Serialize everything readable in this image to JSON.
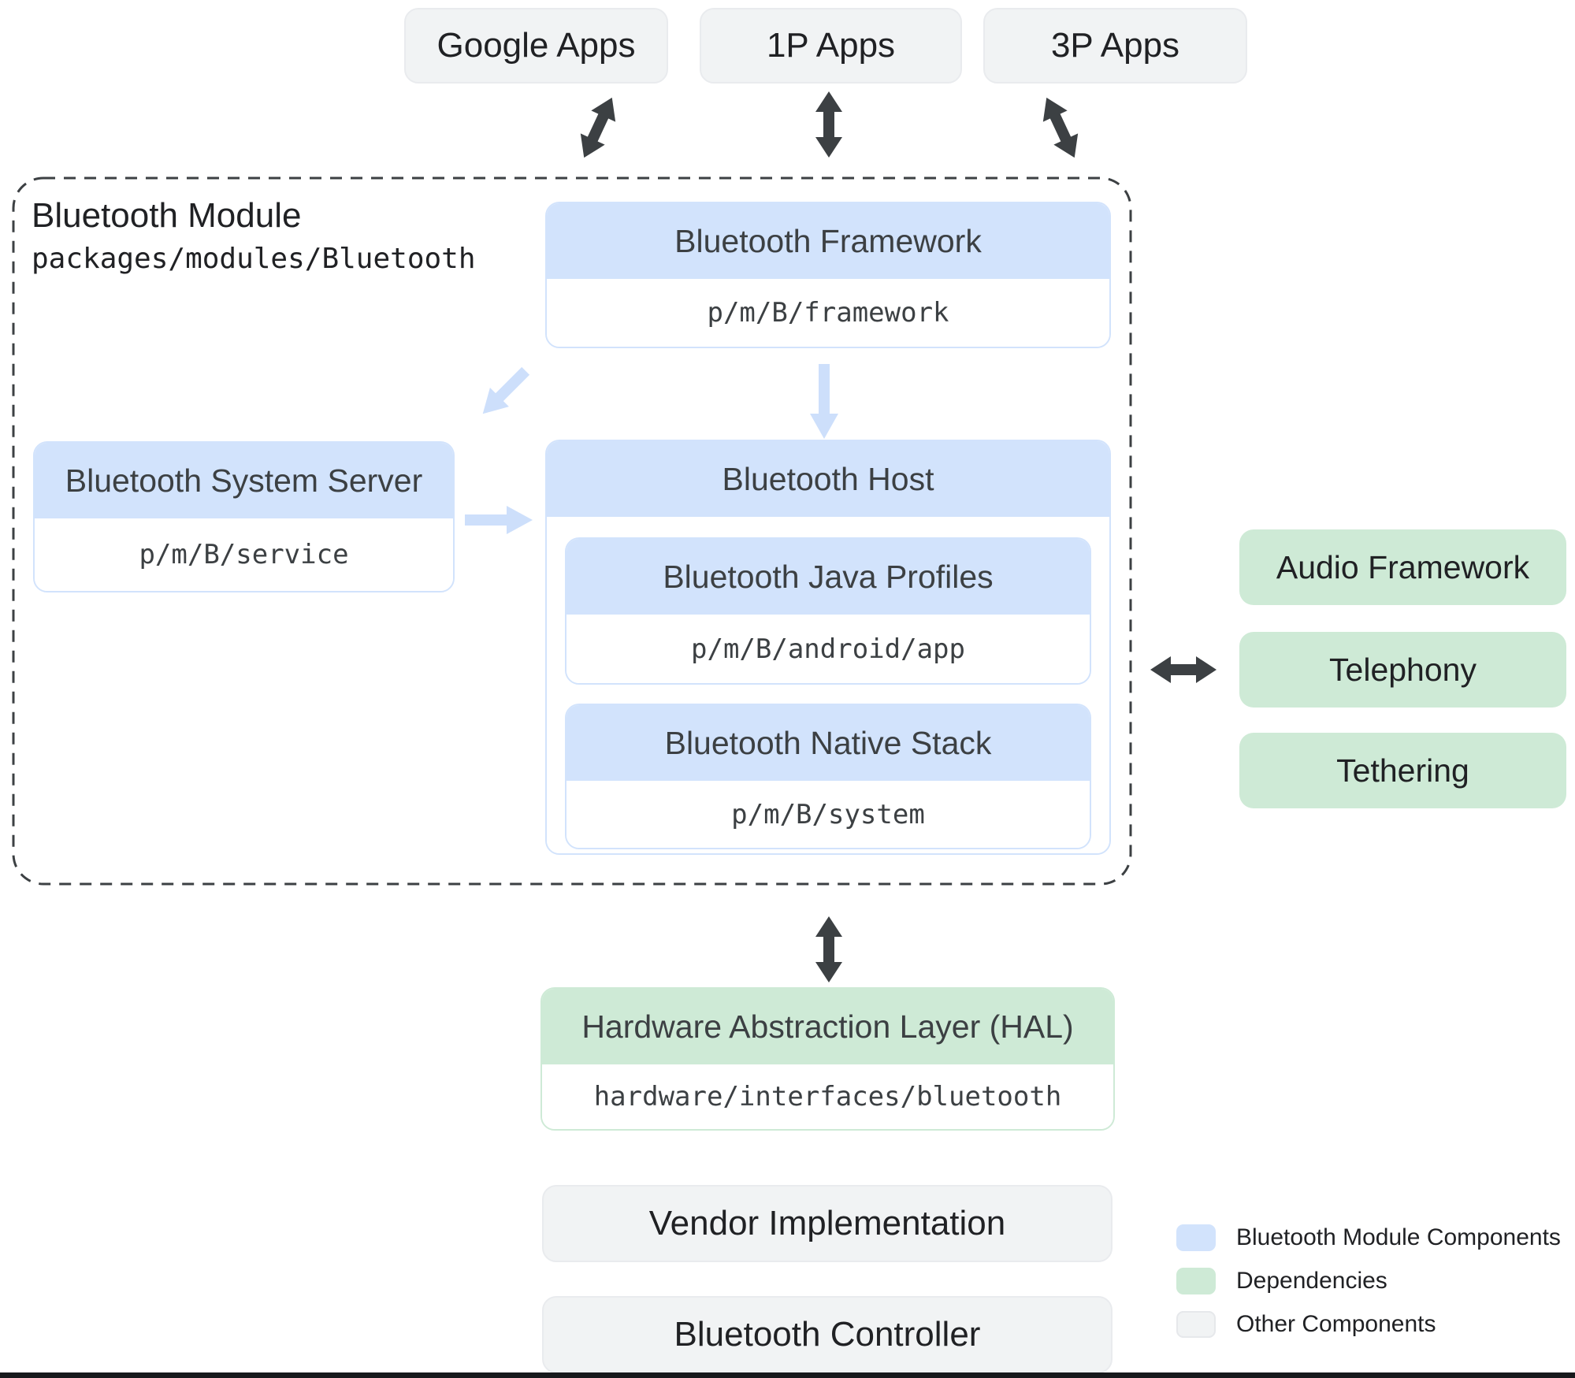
{
  "top_apps": [
    {
      "label": "Google Apps"
    },
    {
      "label": "1P Apps"
    },
    {
      "label": "3P Apps"
    }
  ],
  "module": {
    "title": "Bluetooth Module",
    "path": "packages/modules/Bluetooth",
    "framework": {
      "title": "Bluetooth Framework",
      "path": "p/m/B/framework"
    },
    "system_server": {
      "title": "Bluetooth System Server",
      "path": "p/m/B/service"
    },
    "host": {
      "title": "Bluetooth Host",
      "java_profiles": {
        "title": "Bluetooth Java Profiles",
        "path": "p/m/B/android/app"
      },
      "native_stack": {
        "title": "Bluetooth Native Stack",
        "path": "p/m/B/system"
      }
    }
  },
  "dependencies": [
    {
      "label": "Audio Framework"
    },
    {
      "label": "Telephony"
    },
    {
      "label": "Tethering"
    }
  ],
  "hal": {
    "title": "Hardware Abstraction Layer (HAL)",
    "path": "hardware/interfaces/bluetooth"
  },
  "other_components": [
    {
      "label": "Vendor Implementation"
    },
    {
      "label": "Bluetooth Controller"
    }
  ],
  "legend": [
    {
      "label": "Bluetooth Module Components",
      "color": "#d2e3fc"
    },
    {
      "label": "Dependencies",
      "color": "#ceead6"
    },
    {
      "label": "Other Components",
      "color": "#f1f3f4"
    }
  ],
  "colors": {
    "module_component": "#d2e3fc",
    "dependency": "#ceead6",
    "other_component": "#f1f3f4",
    "arrow_dark": "#3c4043",
    "arrow_light": "#cddffb"
  }
}
